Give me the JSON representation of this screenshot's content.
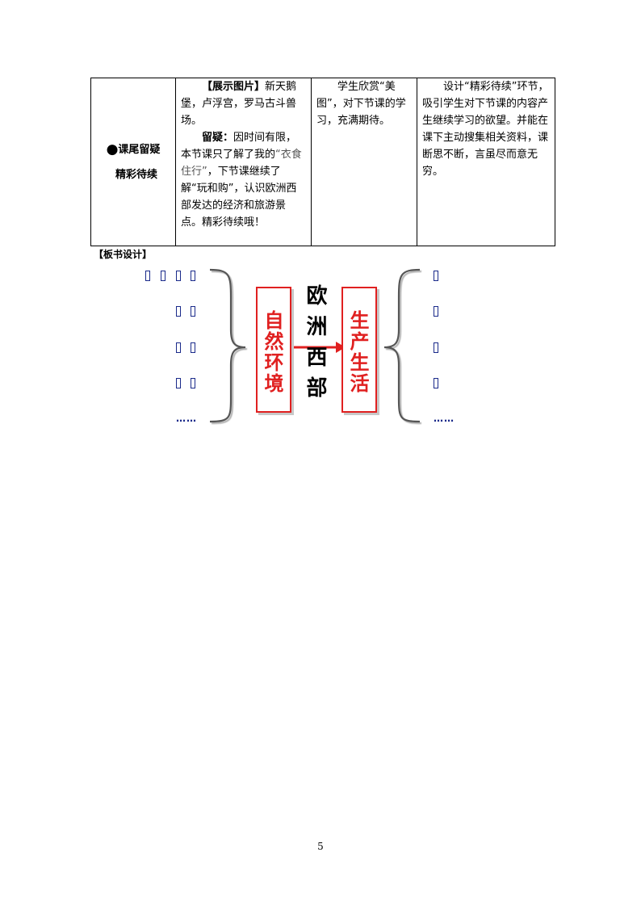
{
  "table": {
    "stage": {
      "bullet": "●",
      "title": "课尾留疑",
      "subtitle": "精彩待续"
    },
    "teacher_activity": {
      "tag": "【展示图片】",
      "show_text": "新天鹅堡，卢浮宫，罗马古斗兽场。",
      "question_label": "留疑：",
      "question_text_1": "因时间有限，本节课只了解了我的",
      "question_quote_1": "“衣食住行”",
      "question_text_2": "，下节课继续了解“玩和购”，认识欧洲西部发达的经济和旅游景点。精彩待续哦！"
    },
    "student_activity": {
      "text": "学生欣赏“美图”，对下节课的学习，充满期待。"
    },
    "design_intent": {
      "text": "设计“精彩待续”环节，吸引学生对下节课的内容产生继续学习的欲望。并能在课下主动搜集相关资料，课断思不断，言虽尽而意无穷。"
    }
  },
  "board_design": {
    "label": "【板书设计】",
    "left_box": "自然环境",
    "center_title": "欧洲西部",
    "right_box": "生产生活",
    "ellipsis_left": "……",
    "ellipsis_right": "……"
  },
  "colors": {
    "accent_red": "#e02020",
    "placeholder_blue": "#1a2a8a"
  },
  "page_number": "5"
}
